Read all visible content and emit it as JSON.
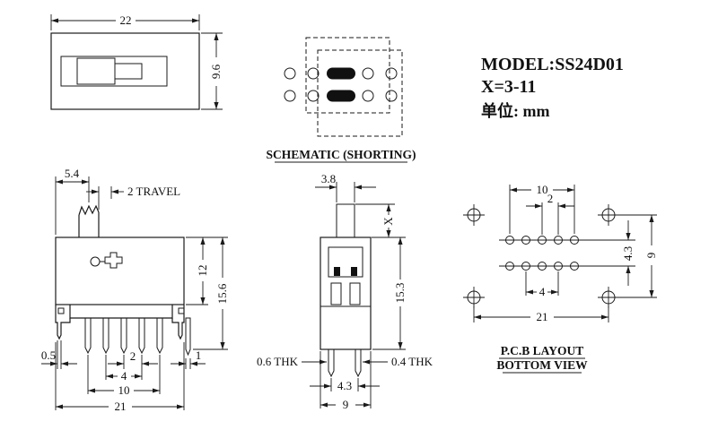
{
  "title_block": {
    "model": "MODEL:SS24D01",
    "x_range": "X=3-11",
    "unit": "单位: mm"
  },
  "top_view": {
    "dim_width": "22",
    "dim_height": "9.6"
  },
  "schematic": {
    "caption": "SCHEMATIC (SHORTING)"
  },
  "front_view": {
    "dim_offset": "5.4",
    "dim_travel": "2 TRAVEL",
    "dim_body_height": "12",
    "dim_total_height": "15.6",
    "dim_foot": "0.5",
    "dim_pitch": "2",
    "dim_span4": "4",
    "dim_span10": "10",
    "dim_width": "21",
    "dim_side_pin": "1"
  },
  "side_view": {
    "dim_knob": "3.8",
    "dim_x": "X",
    "dim_body": "15.3",
    "dim_thk_left": "0.6 THK",
    "dim_thk_right": "0.4 THK",
    "dim_pin_span": "4.3",
    "dim_depth": "9"
  },
  "pcb_view": {
    "caption_line1": "P.C.B LAYOUT",
    "caption_line2": "BOTTOM VIEW",
    "dim_span10": "10",
    "dim_pitch": "2",
    "dim_row_gap": "4.3",
    "dim_height": "9",
    "dim_span4": "4",
    "dim_width": "21"
  },
  "colors": {
    "line": "#1a1a1a",
    "background": "#ffffff"
  }
}
